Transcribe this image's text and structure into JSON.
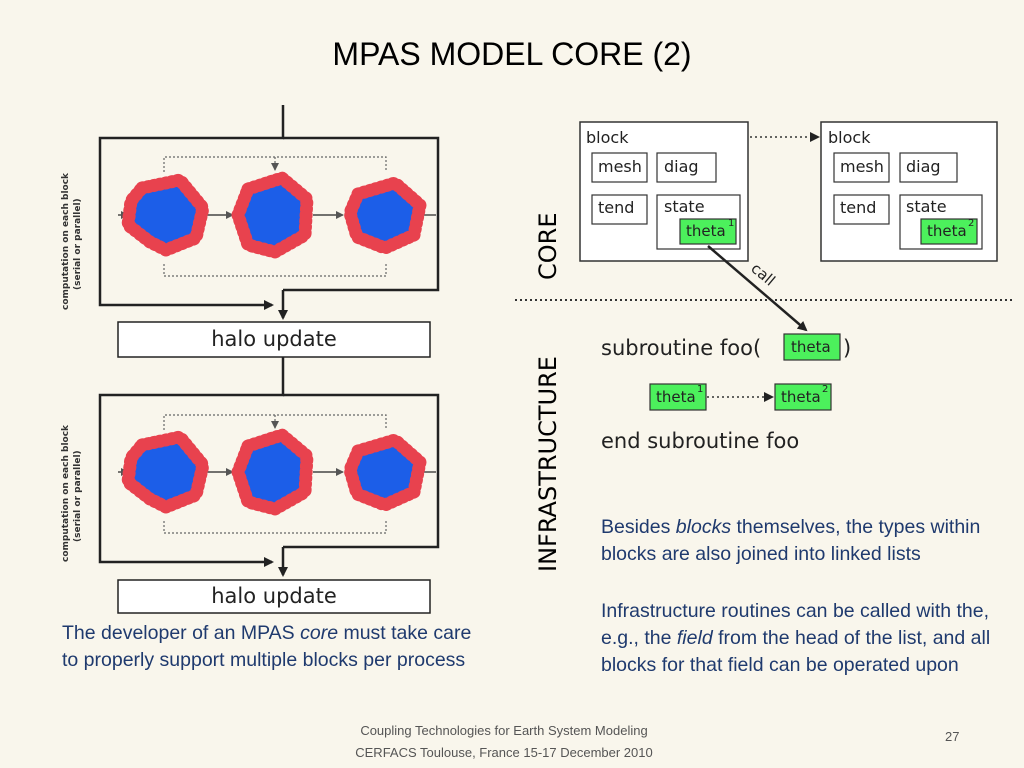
{
  "slide": {
    "title": "MPAS MODEL CORE (2)",
    "page_number": "27",
    "footer": {
      "line1": "Coupling Technologies for Earth System Modeling",
      "line2": "CERFACS Toulouse, France 15-17 December 2010"
    }
  },
  "left_diagram": {
    "side_label_line1": "computation on each block",
    "side_label_line2": "(serial or parallel)",
    "halo_label": "halo update",
    "colors": {
      "halo_ring": "#e8424e",
      "block_fill": "#1c5ee8"
    }
  },
  "right_diagram": {
    "core_label": "CORE",
    "infrastructure_label": "INFRASTRUCTURE",
    "block_label": "block",
    "mesh_label": "mesh",
    "diag_label": "diag",
    "tend_label": "tend",
    "state_label": "state",
    "theta_label": "theta",
    "superscript_1": "1",
    "superscript_2": "2",
    "call_label": "call",
    "subroutine_open": "subroutine foo(",
    "subroutine_close": ")",
    "end_subroutine": "end subroutine foo",
    "colors": {
      "field_green": "#4cf05c"
    }
  },
  "text": {
    "left_parts": [
      "The developer of an MPAS ",
      "core",
      " must take care to properly support multiple blocks per process"
    ],
    "right1_parts": [
      "Besides ",
      "blocks",
      " themselves, the types within blocks are also joined into linked lists"
    ],
    "right2_parts": [
      "Infrastructure routines can be called with the, e.g., the ",
      "field",
      " from the head of the list, and all blocks for that field can be operated upon"
    ]
  }
}
